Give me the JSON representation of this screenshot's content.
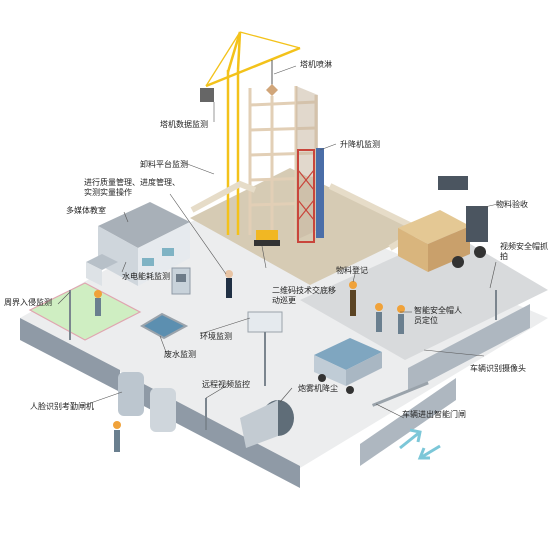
{
  "labels": {
    "crane_spray": "塔机喷淋",
    "crane_data": "塔机数据监测",
    "lift": "升降机监测",
    "unload": "卸料平台监测",
    "quality": "进行质量管理、进度管理、实测实量操作",
    "classroom": "多媒体教室",
    "energy": "水电能耗监测",
    "perimeter": "周界入侵监测",
    "env": "环境监测",
    "wastewater": "废水监测",
    "qrcode": "二维码技术交底移动巡更",
    "material_reg": "物料登记",
    "material_check": "物料验收",
    "video_helmet": "视频安全帽抓拍",
    "helmet_locate": "智能安全帽人员定位",
    "vehicle_cam": "车辆识别摄像头",
    "remote_video": "远程视频监控",
    "fog": "炮雾机降尘",
    "gate": "车辆进出智能门闸",
    "face": "人脸识别考勤闸机"
  },
  "colors": {
    "ground": "#ecedee",
    "wall": "#8f9aa6",
    "crane": "#f3c21a",
    "lift_red": "#c9453b",
    "teal": "#6fa6b4",
    "grass": "#cfeec2"
  }
}
